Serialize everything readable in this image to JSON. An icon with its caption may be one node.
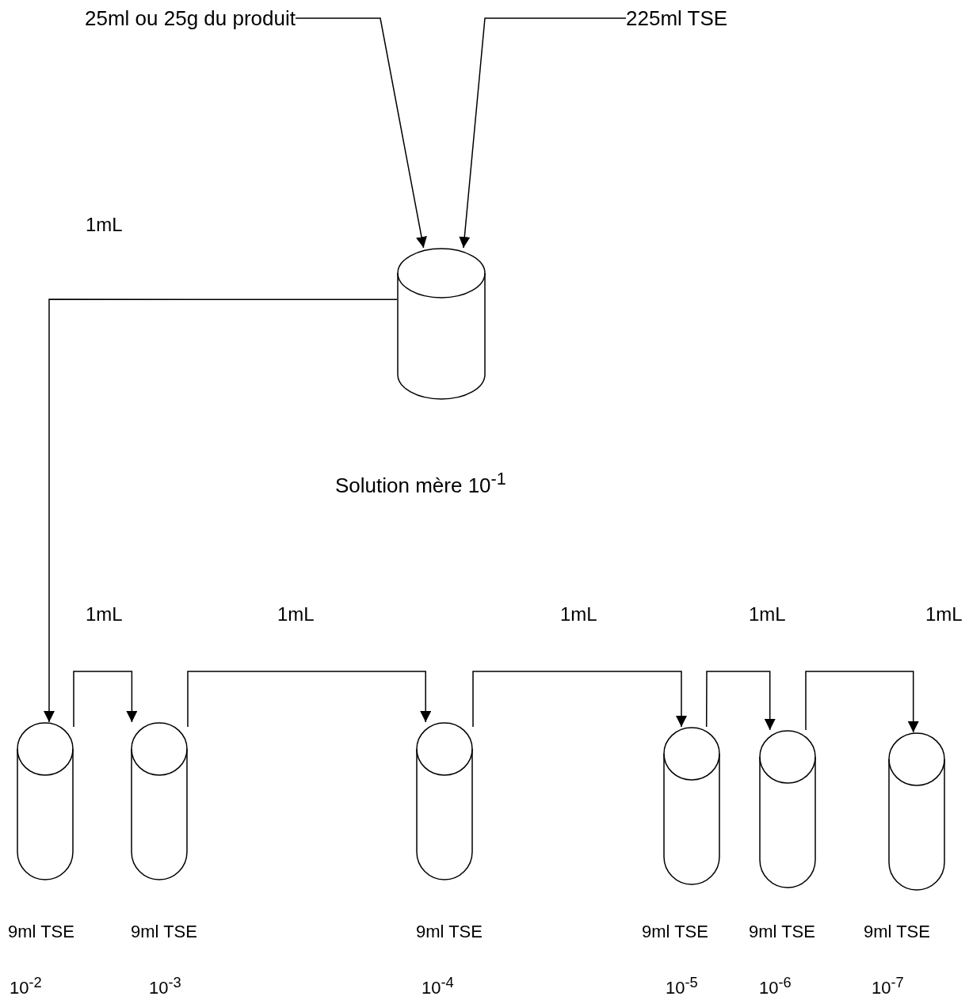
{
  "diagram": {
    "nodes": [
      {
        "text": [
          "25ml ou 25g du produit"
        ]
      },
      {
        "text": [
          "225ml TSE"
        ]
      },
      {
        "text": [],
        "shape": "cylinder",
        "beside": [
          "Solution mère 10$^{-1}$"
        ]
      },
      {
        "text": [],
        "shape": "tube",
        "beside": [
          "9ml TSE",
          "10$^{-2}$"
        ]
      },
      {
        "text": [],
        "shape": "tube",
        "beside": [
          "9ml TSE",
          "10$^{-3}$"
        ]
      },
      {
        "text": [],
        "shape": "tube",
        "beside": [
          "9ml TSE",
          "10$^{-4}$"
        ]
      },
      {
        "text": [],
        "shape": "tube",
        "beside": [
          "9ml TSE",
          "10$^{-5}$"
        ]
      },
      {
        "text": [],
        "shape": "tube",
        "beside": [
          "9ml TSE",
          "10$^{-6}$"
        ]
      },
      {
        "text": [],
        "shape": "tube",
        "beside": [
          "9ml TSE",
          "10$^{-7}$"
        ]
      }
    ],
    "edges": [
      {
        "from": 0,
        "to": 2,
        "arrow": "to"
      },
      {
        "from": 1,
        "to": 2,
        "arrow": "to"
      },
      {
        "from": 2,
        "to": 3,
        "arrow": "to",
        "label": "1mL"
      },
      {
        "from": 3,
        "to": 4,
        "arrow": "to",
        "label": "1mL"
      },
      {
        "from": 4,
        "to": 5,
        "arrow": "to",
        "label": "1mL"
      },
      {
        "from": 5,
        "to": 6,
        "arrow": "to",
        "label": "1mL"
      },
      {
        "from": 6,
        "to": 7,
        "arrow": "to",
        "label": "1mL"
      },
      {
        "from": 7,
        "to": 8,
        "arrow": "to",
        "label": "1mL"
      }
    ]
  }
}
